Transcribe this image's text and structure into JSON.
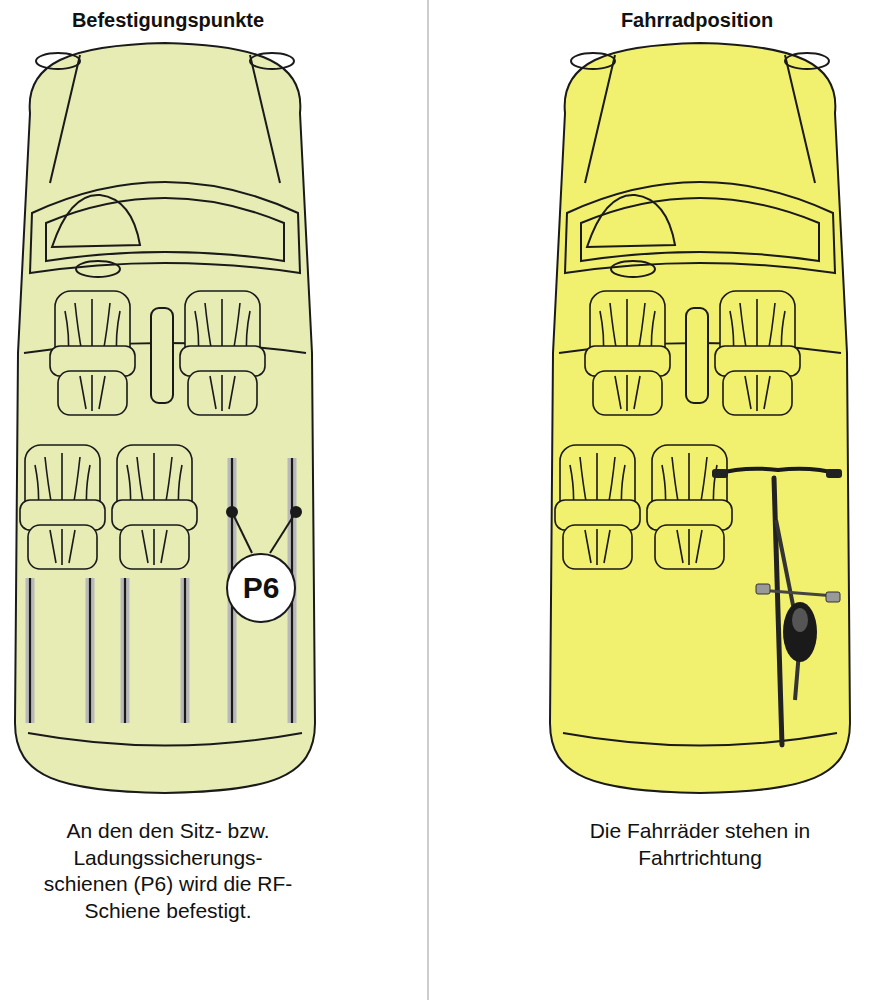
{
  "diagram": {
    "nodes": [
      {
        "text": [
          "P6"
        ]
      }
    ],
    "labels": [
      "Befestigungspunkte",
      "Fahrradposition",
      "An den den Sitz- bzw. Ladungssicherungs- schienen (P6) wird die RF-Schiene befestigt.",
      "Die Fahrräder stehen in Fahrtrichtung"
    ]
  }
}
